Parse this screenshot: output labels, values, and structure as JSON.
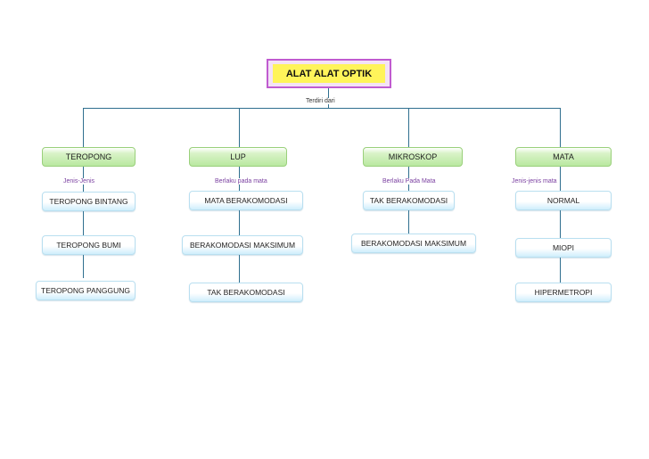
{
  "root": {
    "title": "ALAT ALAT OPTIK",
    "relation": "Terdiri dari"
  },
  "categories": [
    {
      "name": "TEROPONG",
      "relation": "Jenis-Jenis",
      "items": [
        "TEROPONG BINTANG",
        "TEROPONG BUMI",
        "TEROPONG PANGGUNG"
      ]
    },
    {
      "name": "LUP",
      "relation": "Berlaku pada mata",
      "items": [
        "MATA BERAKOMODASI",
        "BERAKOMODASI MAKSIMUM",
        "TAK BERAKOMODASI"
      ]
    },
    {
      "name": "MIKROSKOP",
      "relation": "Berlaku Pada Mata",
      "items": [
        "TAK BERAKOMODASI",
        "BERAKOMODASI MAKSIMUM"
      ]
    },
    {
      "name": "MATA",
      "relation": "Jenis-jenis mata",
      "items": [
        "NORMAL",
        "MIOPI",
        "HIPERMETROPI"
      ]
    }
  ],
  "colors": {
    "connector": "#2f6f8f",
    "root_border": "#c05bd0",
    "root_fill": "#fff45a",
    "category_fill": "#b9e8a0",
    "item_fill": "#cfeefc",
    "relation_text": "#7a3fa0"
  }
}
